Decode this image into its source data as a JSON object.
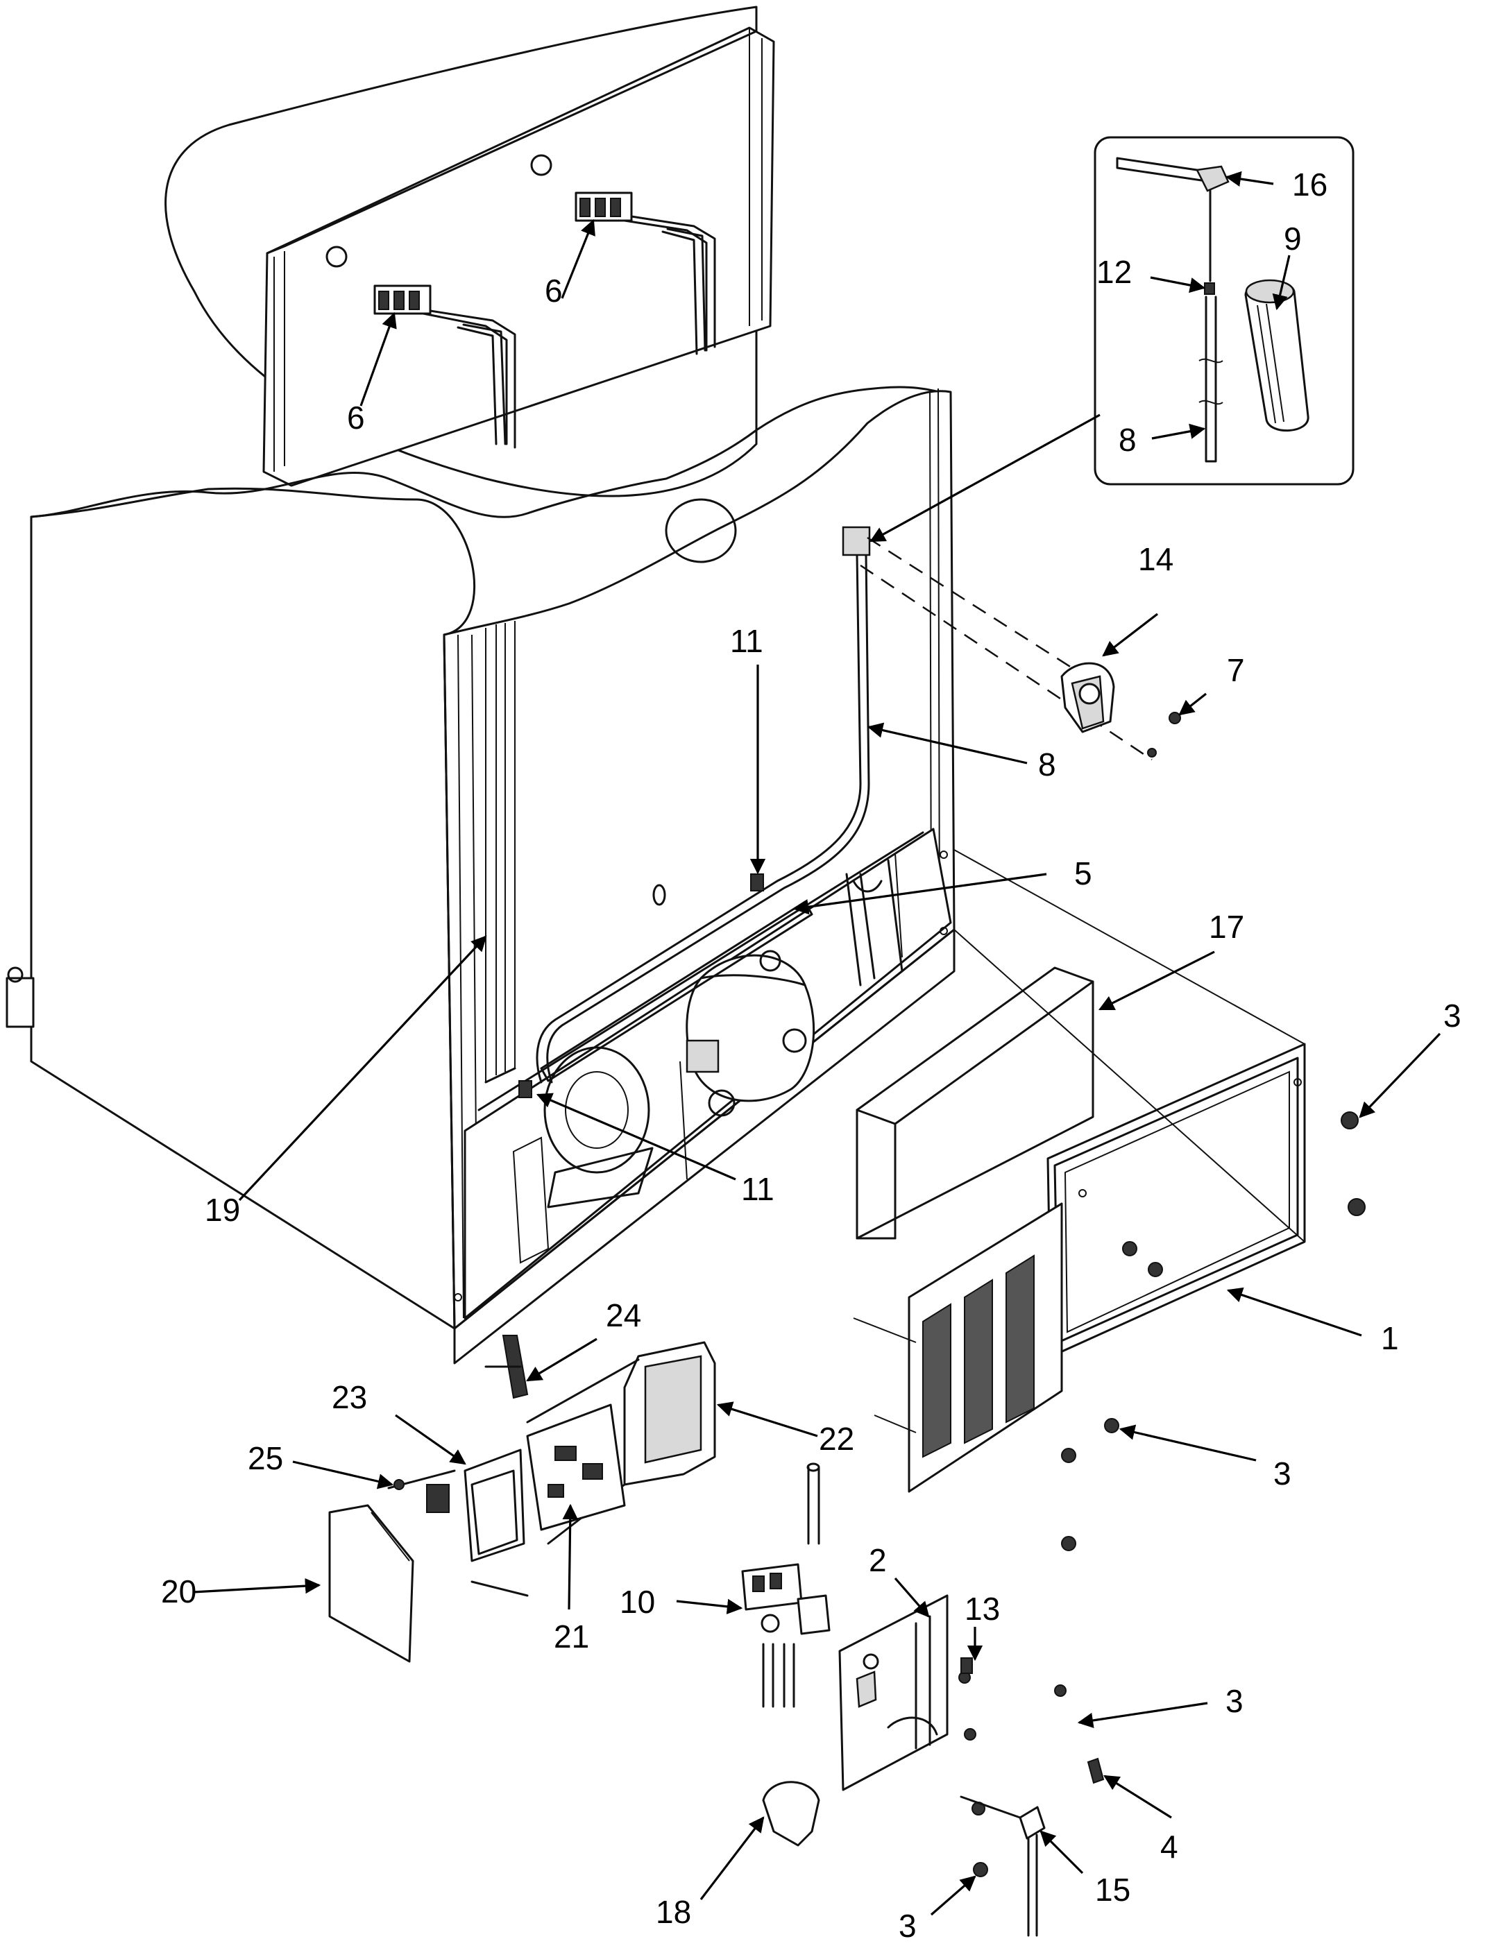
{
  "callouts": {
    "c1": "1",
    "c2": "2",
    "c3a": "3",
    "c3b": "3",
    "c3c": "3",
    "c3d": "3",
    "c4": "4",
    "c5": "5",
    "c6a": "6",
    "c6b": "6",
    "c7": "7",
    "c8a": "8",
    "c8b": "8",
    "c9": "9",
    "c10": "10",
    "c11a": "11",
    "c11b": "11",
    "c12": "12",
    "c13": "13",
    "c14": "14",
    "c15": "15",
    "c16": "16",
    "c17": "17",
    "c18": "18",
    "c19": "19",
    "c20": "20",
    "c21": "21",
    "c22": "22",
    "c23": "23",
    "c24": "24",
    "c25": "25"
  },
  "colors": {
    "line": "#111111",
    "background": "#ffffff"
  }
}
